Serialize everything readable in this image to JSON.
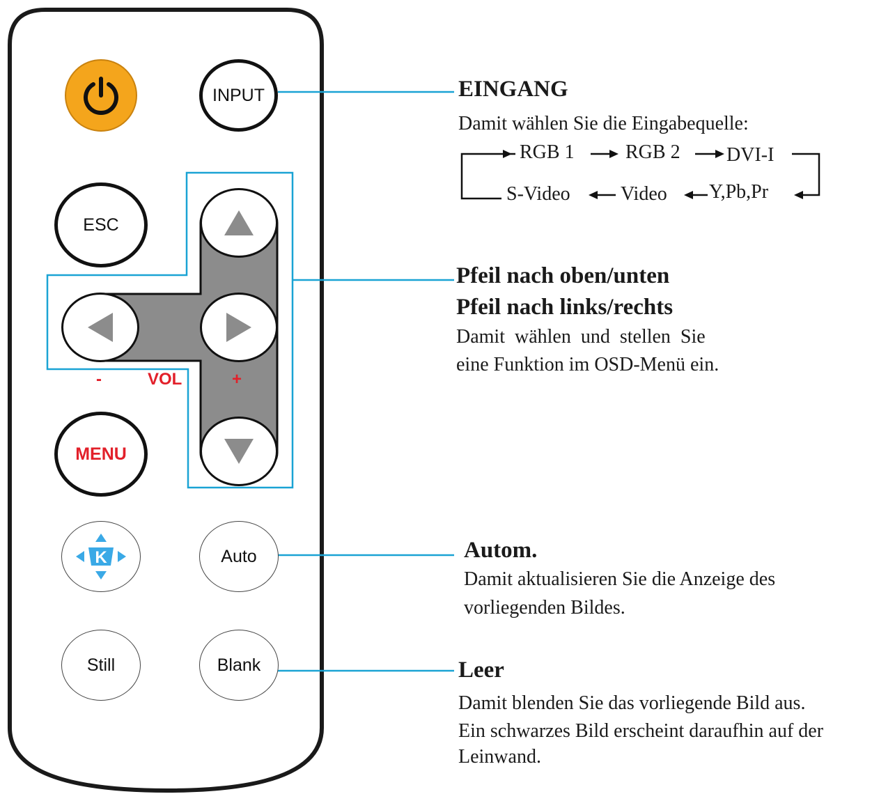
{
  "remote": {
    "buttons": {
      "power_icon": "power-icon",
      "input": "INPUT",
      "esc": "ESC",
      "menu": "MENU",
      "keystone": "K",
      "auto": "Auto",
      "still": "Still",
      "blank": "Blank"
    },
    "vol": {
      "minus": "-",
      "label": "VOL",
      "plus": "+"
    },
    "colors": {
      "power": "#f4a51c",
      "accent_line": "#1aa3d4",
      "menu_text": "#e2202a",
      "dpad_fill": "#8c8c8c",
      "arrow": "#8c8c8c",
      "keystone": "#3aa9e6"
    }
  },
  "annotations": {
    "eingang": {
      "title": "EINGANG",
      "desc": "Damit wählen Sie die Eingabequelle:",
      "flow": {
        "rgb1": "RGB 1",
        "rgb2": "RGB 2",
        "dvi": "DVI-I",
        "ypbpr": "Y,Pb,Pr",
        "video": "Video",
        "svideo": "S-Video"
      }
    },
    "pfeil": {
      "title1": "Pfeil nach oben/unten",
      "title2": "Pfeil nach links/rechts",
      "desc1": "Damit  wählen  und  stellen  Sie",
      "desc2": "eine Funktion im OSD-Menü ein."
    },
    "autom": {
      "title": "Autom.",
      "desc1": "Damit aktualisieren Sie die Anzeige des",
      "desc2": "vorliegenden Bildes."
    },
    "leer": {
      "title": "Leer",
      "desc1": "Damit blenden Sie das vorliegende Bild aus.",
      "desc2": "Ein schwarzes Bild erscheint daraufhin auf der",
      "desc3": "Leinwand."
    }
  }
}
